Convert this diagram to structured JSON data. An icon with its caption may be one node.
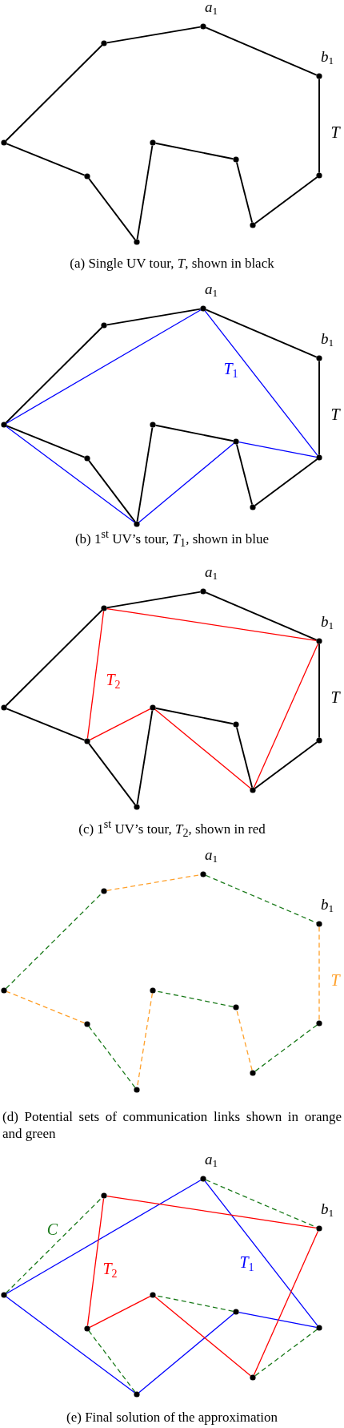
{
  "diagram": {
    "nodes": [
      {
        "text": [],
        "shape": "circle"
      },
      {
        "text": [],
        "shape": "circle"
      },
      {
        "text": [],
        "shape": "circle",
        "beside": [
          "a$_{1}$"
        ]
      },
      {
        "text": [],
        "shape": "circle",
        "beside": [
          "b$_{1}$"
        ]
      },
      {
        "text": [],
        "shape": "circle"
      },
      {
        "text": [],
        "shape": "circle"
      },
      {
        "text": [],
        "shape": "circle"
      },
      {
        "text": [],
        "shape": "circle"
      },
      {
        "text": [],
        "shape": "circle"
      },
      {
        "text": [],
        "shape": "circle"
      },
      {
        "text": [],
        "shape": "circle"
      },
      {
        "text": [],
        "shape": "circle"
      },
      {
        "text": [],
        "shape": "circle",
        "beside": [
          "a$_{1}$"
        ]
      },
      {
        "text": [],
        "shape": "circle",
        "beside": [
          "b$_{1}$"
        ]
      },
      {
        "text": [],
        "shape": "circle"
      },
      {
        "text": [],
        "shape": "circle"
      },
      {
        "text": [],
        "shape": "circle"
      },
      {
        "text": [],
        "shape": "circle"
      },
      {
        "text": [],
        "shape": "circle"
      },
      {
        "text": [],
        "shape": "circle"
      },
      {
        "text": [],
        "shape": "circle"
      },
      {
        "text": [],
        "shape": "circle"
      },
      {
        "text": [],
        "shape": "circle",
        "beside": [
          "a$_{1}$"
        ]
      },
      {
        "text": [],
        "shape": "circle",
        "beside": [
          "b$_{1}$"
        ]
      },
      {
        "text": [],
        "shape": "circle"
      },
      {
        "text": [],
        "shape": "circle"
      },
      {
        "text": [],
        "shape": "circle"
      },
      {
        "text": [],
        "shape": "circle"
      },
      {
        "text": [],
        "shape": "circle"
      },
      {
        "text": [],
        "shape": "circle"
      },
      {
        "text": [],
        "shape": "circle"
      },
      {
        "text": [],
        "shape": "circle"
      },
      {
        "text": [],
        "shape": "circle",
        "beside": [
          "a$_{1}$"
        ]
      },
      {
        "text": [],
        "shape": "circle",
        "beside": [
          "b$_{1}$"
        ]
      },
      {
        "text": [],
        "shape": "circle"
      },
      {
        "text": [],
        "shape": "circle"
      },
      {
        "text": [],
        "shape": "circle"
      },
      {
        "text": [],
        "shape": "circle"
      },
      {
        "text": [],
        "shape": "circle"
      },
      {
        "text": [],
        "shape": "circle"
      },
      {
        "text": [],
        "shape": "circle"
      },
      {
        "text": [],
        "shape": "circle"
      },
      {
        "text": [],
        "shape": "circle",
        "beside": [
          "a$_{1}$"
        ]
      },
      {
        "text": [],
        "shape": "circle",
        "beside": [
          "b$_{1}$"
        ]
      },
      {
        "text": [],
        "shape": "circle"
      },
      {
        "text": [],
        "shape": "circle"
      },
      {
        "text": [],
        "shape": "circle"
      },
      {
        "text": [],
        "shape": "circle"
      },
      {
        "text": [],
        "shape": "circle"
      },
      {
        "text": [],
        "shape": "circle"
      }
    ],
    "edges": [
      {
        "from": 0,
        "to": 1,
        "arrow": "none"
      },
      {
        "from": 1,
        "to": 2,
        "arrow": "none"
      },
      {
        "from": 2,
        "to": 3,
        "arrow": "none"
      },
      {
        "from": 3,
        "to": 4,
        "arrow": "none",
        "label": "T"
      },
      {
        "from": 4,
        "to": 5,
        "arrow": "none"
      },
      {
        "from": 5,
        "to": 6,
        "arrow": "none"
      },
      {
        "from": 6,
        "to": 7,
        "arrow": "none"
      },
      {
        "from": 7,
        "to": 8,
        "arrow": "none"
      },
      {
        "from": 8,
        "to": 9,
        "arrow": "none"
      },
      {
        "from": 9,
        "to": 0,
        "arrow": "none"
      },
      {
        "from": 10,
        "to": 11,
        "arrow": "none"
      },
      {
        "from": 11,
        "to": 12,
        "arrow": "none"
      },
      {
        "from": 12,
        "to": 13,
        "arrow": "none"
      },
      {
        "from": 13,
        "to": 14,
        "arrow": "none",
        "label": "T"
      },
      {
        "from": 14,
        "to": 15,
        "arrow": "none"
      },
      {
        "from": 15,
        "to": 16,
        "arrow": "none"
      },
      {
        "from": 16,
        "to": 17,
        "arrow": "none"
      },
      {
        "from": 17,
        "to": 18,
        "arrow": "none"
      },
      {
        "from": 18,
        "to": 19,
        "arrow": "none"
      },
      {
        "from": 19,
        "to": 10,
        "arrow": "none"
      },
      {
        "from": 10,
        "to": 12,
        "arrow": "none",
        "color": "#0000ff"
      },
      {
        "from": 12,
        "to": 14,
        "arrow": "none",
        "color": "#0000ff",
        "label": "T$_{1}$"
      },
      {
        "from": 14,
        "to": 16,
        "arrow": "none",
        "color": "#0000ff"
      },
      {
        "from": 16,
        "to": 18,
        "arrow": "none",
        "color": "#0000ff"
      },
      {
        "from": 18,
        "to": 10,
        "arrow": "none",
        "color": "#0000ff"
      },
      {
        "from": 20,
        "to": 21,
        "arrow": "none"
      },
      {
        "from": 21,
        "to": 22,
        "arrow": "none"
      },
      {
        "from": 22,
        "to": 23,
        "arrow": "none"
      },
      {
        "from": 23,
        "to": 24,
        "arrow": "none",
        "label": "T"
      },
      {
        "from": 24,
        "to": 25,
        "arrow": "none"
      },
      {
        "from": 25,
        "to": 26,
        "arrow": "none"
      },
      {
        "from": 26,
        "to": 27,
        "arrow": "none"
      },
      {
        "from": 27,
        "to": 28,
        "arrow": "none"
      },
      {
        "from": 28,
        "to": 29,
        "arrow": "none"
      },
      {
        "from": 29,
        "to": 20,
        "arrow": "none"
      },
      {
        "from": 21,
        "to": 23,
        "arrow": "none",
        "color": "#ff0000"
      },
      {
        "from": 23,
        "to": 25,
        "arrow": "none",
        "color": "#ff0000"
      },
      {
        "from": 25,
        "to": 27,
        "arrow": "none",
        "color": "#ff0000"
      },
      {
        "from": 27,
        "to": 29,
        "arrow": "none",
        "color": "#ff0000"
      },
      {
        "from": 29,
        "to": 21,
        "arrow": "none",
        "color": "#ff0000",
        "label": "T$_{2}$"
      },
      {
        "from": 30,
        "to": 31,
        "arrow": "none",
        "style": "dashed",
        "color": "#1a7a1a"
      },
      {
        "from": 31,
        "to": 32,
        "arrow": "none",
        "style": "dashed",
        "color": "#ffa02a"
      },
      {
        "from": 32,
        "to": 33,
        "arrow": "none",
        "style": "dashed",
        "color": "#1a7a1a"
      },
      {
        "from": 33,
        "to": 34,
        "arrow": "none",
        "style": "dashed",
        "color": "#ffa02a",
        "label": "T"
      },
      {
        "from": 34,
        "to": 35,
        "arrow": "none",
        "style": "dashed",
        "color": "#1a7a1a"
      },
      {
        "from": 35,
        "to": 36,
        "arrow": "none",
        "style": "dashed",
        "color": "#ffa02a"
      },
      {
        "from": 36,
        "to": 37,
        "arrow": "none",
        "style": "dashed",
        "color": "#1a7a1a"
      },
      {
        "from": 37,
        "to": 38,
        "arrow": "none",
        "style": "dashed",
        "color": "#ffa02a"
      },
      {
        "from": 38,
        "to": 39,
        "arrow": "none",
        "style": "dashed",
        "color": "#1a7a1a"
      },
      {
        "from": 39,
        "to": 30,
        "arrow": "none",
        "style": "dashed",
        "color": "#ffa02a"
      },
      {
        "from": 40,
        "to": 41,
        "arrow": "none",
        "style": "dashed",
        "color": "#1a7a1a",
        "label": "C"
      },
      {
        "from": 42,
        "to": 43,
        "arrow": "none",
        "style": "dashed",
        "color": "#1a7a1a"
      },
      {
        "from": 44,
        "to": 45,
        "arrow": "none",
        "style": "dashed",
        "color": "#1a7a1a"
      },
      {
        "from": 46,
        "to": 47,
        "arrow": "none",
        "style": "dashed",
        "color": "#1a7a1a"
      },
      {
        "from": 48,
        "to": 49,
        "arrow": "none",
        "style": "dashed",
        "color": "#1a7a1a"
      },
      {
        "from": 40,
        "to": 42,
        "arrow": "none",
        "color": "#0000ff"
      },
      {
        "from": 42,
        "to": 44,
        "arrow": "none",
        "color": "#0000ff",
        "label": "T$_{1}$"
      },
      {
        "from": 44,
        "to": 46,
        "arrow": "none",
        "color": "#0000ff"
      },
      {
        "from": 46,
        "to": 48,
        "arrow": "none",
        "color": "#0000ff"
      },
      {
        "from": 48,
        "to": 40,
        "arrow": "none",
        "color": "#0000ff"
      },
      {
        "from": 41,
        "to": 43,
        "arrow": "none",
        "color": "#ff0000"
      },
      {
        "from": 43,
        "to": 45,
        "arrow": "none",
        "color": "#ff0000"
      },
      {
        "from": 45,
        "to": 47,
        "arrow": "none",
        "color": "#ff0000"
      },
      {
        "from": 47,
        "to": 49,
        "arrow": "none",
        "color": "#ff0000"
      },
      {
        "from": 49,
        "to": 41,
        "arrow": "none",
        "color": "#ff0000",
        "label": "T$_{2}$"
      }
    ],
    "labels": [
      "(a) Single UV tour, *T*, shown in black",
      "(b) 1$^{st}$ UV’s tour, *T*$_{1}$, shown in blue",
      "(c) 1$^{st}$ UV’s tour, *T*$_{2}$, shown in red",
      "(d) Potential sets of communication links shown in orange and green",
      "(e) Final solution of the approximation"
    ]
  }
}
